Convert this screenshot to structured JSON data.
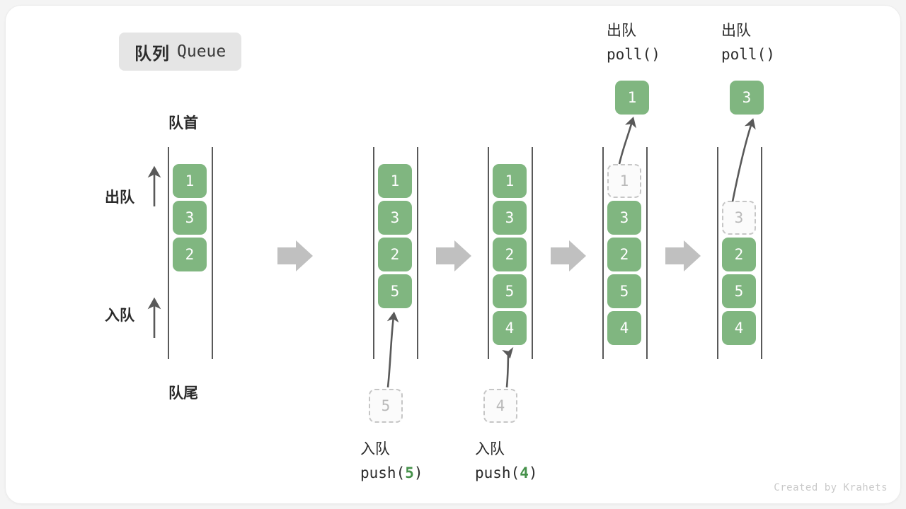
{
  "title": {
    "cn": "队列",
    "en": "Queue"
  },
  "labels": {
    "head": "队首",
    "tail": "队尾",
    "dequeue": "出队",
    "enqueue": "入队"
  },
  "credit": "Created by Krahets",
  "colors": {
    "cell_fill": "#80b680",
    "cell_text": "#ffffff",
    "ghost_border": "#c6c6c6",
    "ghost_text": "#b9b9b9",
    "rail": "#595959",
    "arrow_gray": "#c0c0c0",
    "curve_arrow": "#595959",
    "badge_bg": "#e5e5e5",
    "accent_green": "#45914a",
    "card_bg": "#ffffff",
    "page_bg": "#f4f4f4"
  },
  "stages": [
    {
      "name": "initial",
      "cells": [
        {
          "value": "1",
          "state": "filled"
        },
        {
          "value": "3",
          "state": "filled"
        },
        {
          "value": "2",
          "state": "filled"
        }
      ],
      "incoming": null,
      "outgoing": null,
      "caption": null
    },
    {
      "name": "after-push-5",
      "cells": [
        {
          "value": "1",
          "state": "filled"
        },
        {
          "value": "3",
          "state": "filled"
        },
        {
          "value": "2",
          "state": "filled"
        },
        {
          "value": "5",
          "state": "filled"
        }
      ],
      "incoming": {
        "value": "5",
        "state": "ghost"
      },
      "outgoing": null,
      "caption": {
        "cn": "入队",
        "code_prefix": "push(",
        "code_num": "5",
        "code_suffix": ")"
      }
    },
    {
      "name": "after-push-4",
      "cells": [
        {
          "value": "1",
          "state": "filled"
        },
        {
          "value": "3",
          "state": "filled"
        },
        {
          "value": "2",
          "state": "filled"
        },
        {
          "value": "5",
          "state": "filled"
        },
        {
          "value": "4",
          "state": "filled"
        }
      ],
      "incoming": {
        "value": "4",
        "state": "ghost"
      },
      "outgoing": null,
      "caption": {
        "cn": "入队",
        "code_prefix": "push(",
        "code_num": "4",
        "code_suffix": ")"
      }
    },
    {
      "name": "after-poll-1",
      "cells": [
        {
          "value": "1",
          "state": "ghost"
        },
        {
          "value": "3",
          "state": "filled"
        },
        {
          "value": "2",
          "state": "filled"
        },
        {
          "value": "5",
          "state": "filled"
        },
        {
          "value": "4",
          "state": "filled"
        }
      ],
      "incoming": null,
      "outgoing": {
        "value": "1",
        "state": "filled"
      },
      "caption": {
        "cn": "出队",
        "code_prefix": "poll(",
        "code_num": "",
        "code_suffix": ")"
      }
    },
    {
      "name": "after-poll-3",
      "cells": [
        {
          "value": "",
          "state": "empty"
        },
        {
          "value": "3",
          "state": "ghost"
        },
        {
          "value": "2",
          "state": "filled"
        },
        {
          "value": "5",
          "state": "filled"
        },
        {
          "value": "4",
          "state": "filled"
        }
      ],
      "incoming": null,
      "outgoing": {
        "value": "3",
        "state": "filled"
      },
      "caption": {
        "cn": "出队",
        "code_prefix": "poll(",
        "code_num": "",
        "code_suffix": ")"
      }
    }
  ],
  "separators": [
    "step-arrow-1",
    "step-arrow-2",
    "step-arrow-3",
    "step-arrow-4"
  ]
}
